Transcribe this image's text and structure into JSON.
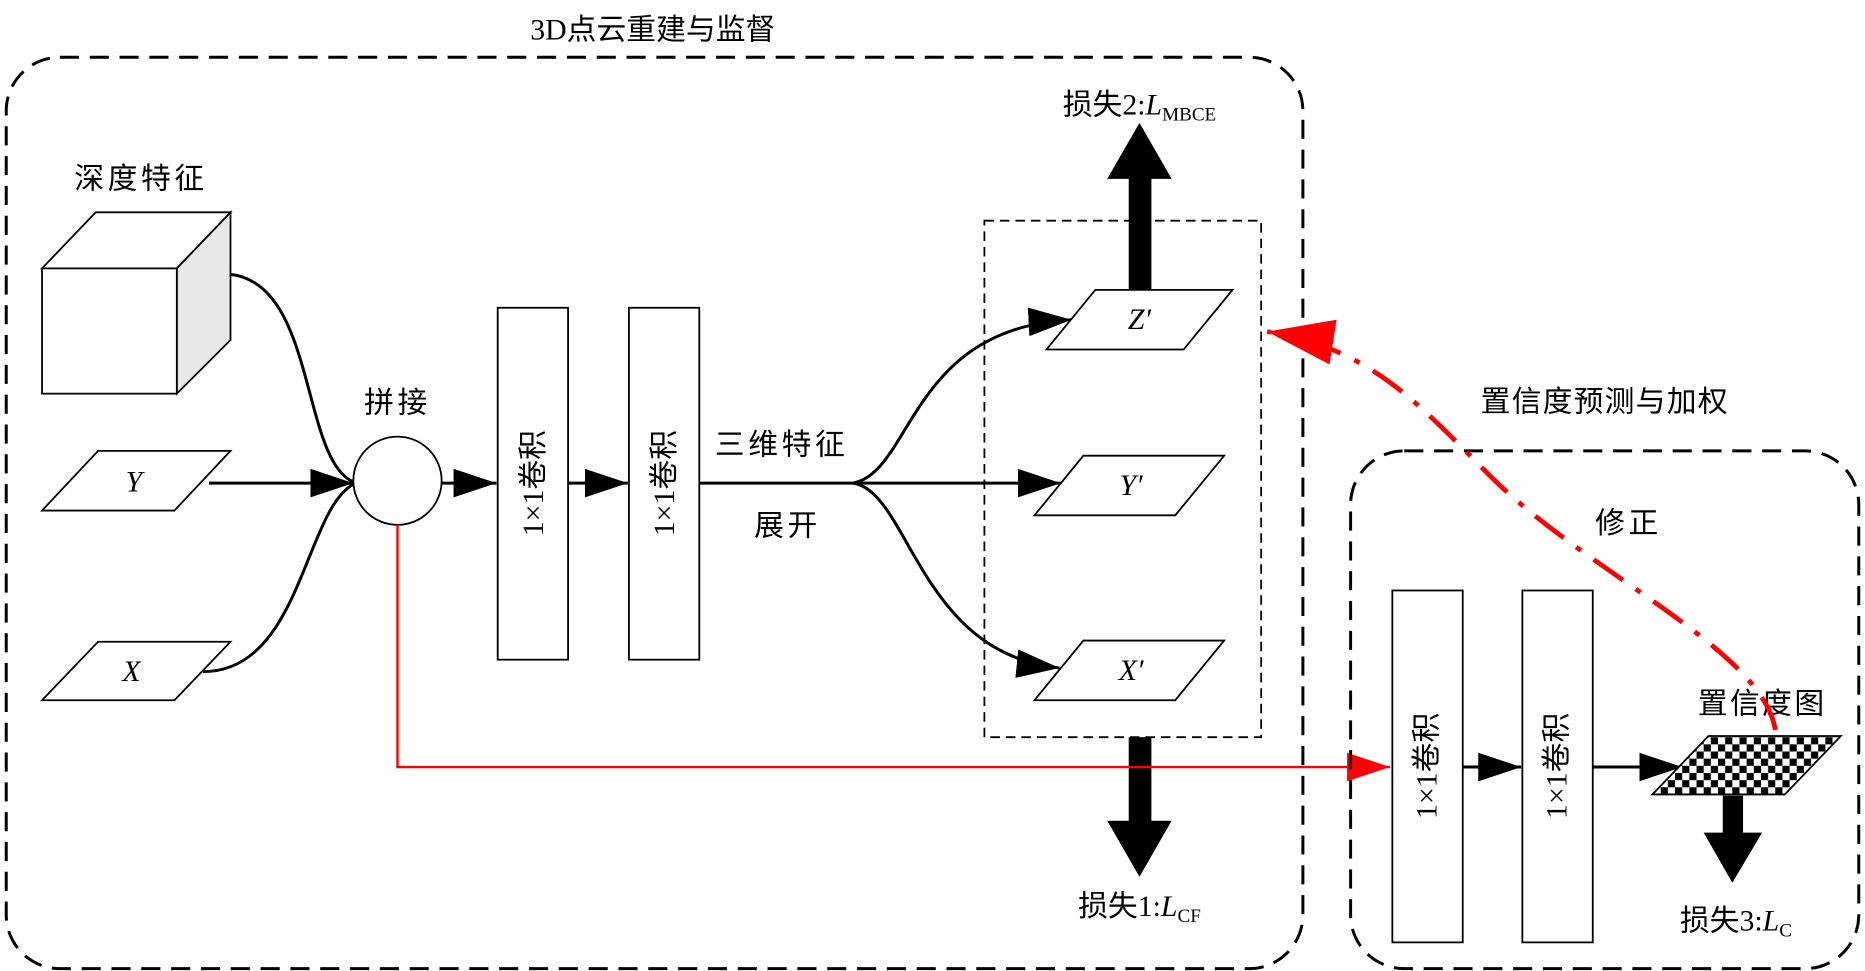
{
  "left_panel": {
    "title": "3D点云重建与监督"
  },
  "inputs": {
    "depth_feature_label": "深度特征",
    "y_label": "Y",
    "x_label": "X"
  },
  "concat": {
    "label": "拼接"
  },
  "left_convs": [
    {
      "label": "1×1卷积"
    },
    {
      "label": "1×1卷积"
    }
  ],
  "unfold": {
    "line1": "三维特征",
    "line2": "展开"
  },
  "outputs": {
    "z_label": "Z′",
    "y_label": "Y′",
    "x_label": "X′"
  },
  "loss2": {
    "prefix": "损失2:",
    "symbol": "L",
    "subscript": "MBCE"
  },
  "loss1": {
    "prefix": "损失1:",
    "symbol": "L",
    "subscript": "CF"
  },
  "right_panel": {
    "title": "置信度预测与加权",
    "correction_label": "修正"
  },
  "right_convs": [
    {
      "label": "1×1卷积"
    },
    {
      "label": "1×1卷积"
    }
  ],
  "confidence_map": {
    "label": "置信度图"
  },
  "loss3": {
    "prefix": "损失3:",
    "symbol": "L",
    "subscript": "C"
  },
  "colors": {
    "stroke": "#000000",
    "feedback": "#ff0000",
    "cube_side": "#e8e8e8"
  }
}
